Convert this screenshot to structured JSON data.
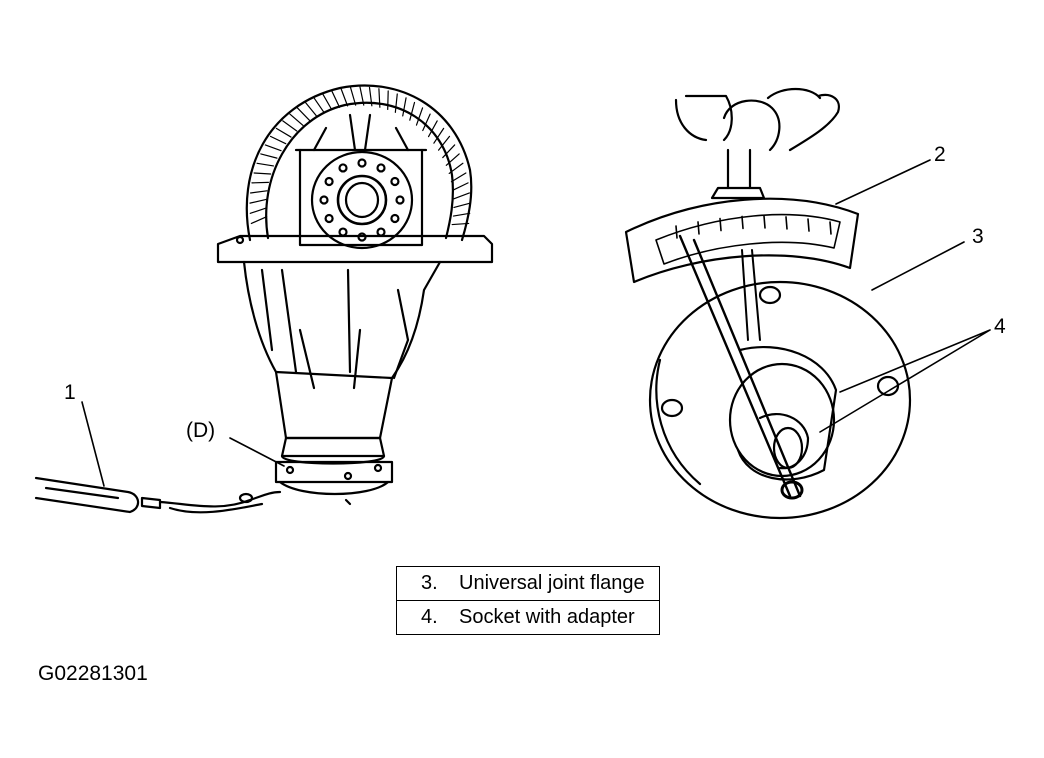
{
  "callouts": {
    "c1": "1",
    "cD": "(D)",
    "c2": "2",
    "c3": "3",
    "c4": "4"
  },
  "legend": [
    {
      "num": "3.",
      "text": "Universal joint flange"
    },
    {
      "num": "4.",
      "text": "Socket with adapter"
    }
  ],
  "figure_id": "G02281301"
}
